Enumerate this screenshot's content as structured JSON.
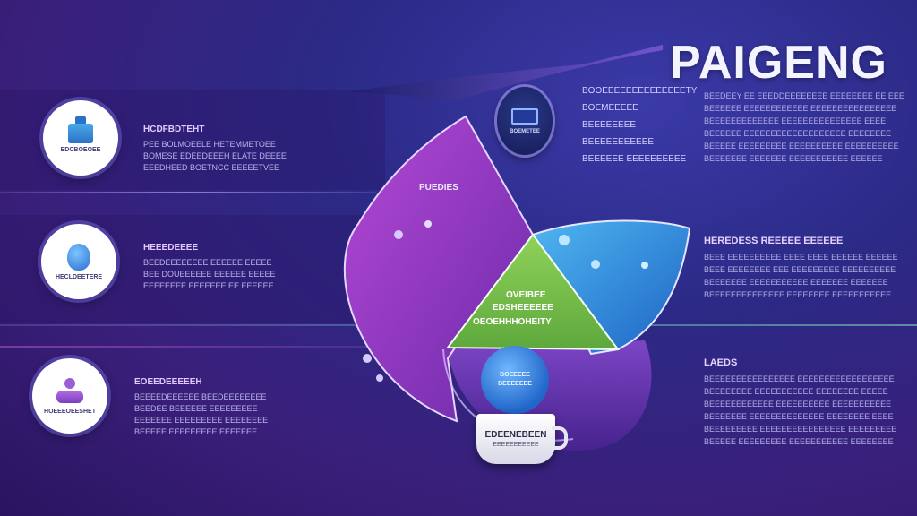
{
  "header": {
    "title": "PAIGENG"
  },
  "left_items": [
    {
      "circle_label": "EDCBOEOEE",
      "heading": "HCDFBDTEHT",
      "lines": [
        "PEE BOLMOEELE HETEMMETOEE",
        "BOMESE EDEEDEEEH ELATE DEEEE",
        "EEEDHEED BOETNCC EEEEETVEE"
      ]
    },
    {
      "circle_label": "HECLDEETERE",
      "heading": "HEEEDEEEE",
      "lines": [
        "BEEDEEEEEEEE EEEEEE EEEEE",
        "BEE DOUEEEEEE EEEEEE EEEEE",
        "EEEEEEEE EEEEEEE EE EEEEEE"
      ]
    },
    {
      "circle_label": "HOEEEOEESHET",
      "heading": "EOEEDEEEEEH",
      "lines": [
        "BEEEEDEEEEEE BEEDEEEEEEEE",
        "BEEDEE BEEEEEE EEEEEEEEE",
        "EEEEEEE EEEEEEEEE EEEEEEEE",
        "BEEEEE EEEEEEEEE EEEEEEE"
      ]
    }
  ],
  "tag_label": "BOEMETEE",
  "annotations": [
    "BOOEEEEEEEEEEEEEETY",
    "BOEMEEEEE",
    "BEEEEEEEE",
    "BEEEEEEEEEEE",
    "BEEEEEE EEEEEEEEEE"
  ],
  "right_blocks": [
    {
      "heading": "",
      "lines": [
        "BEEDEEY EE EEEDDEEEEEEEE EEEEEEEE EE EEE",
        "BEEEEEE EEEEEEEEEEEE EEEEEEEEEEEEEEEE",
        "BEEEEEEEEEEEEE EEEEEEEEEEEEEEE EEEE",
        "BEEEEEE EEEEEEEEEEEEEEEEEEE EEEEEEEE",
        "BEEEEE EEEEEEEEE EEEEEEEEEE EEEEEEEEEE",
        "BEEEEEEE EEEEEEE EEEEEEEEEEE EEEEEE"
      ]
    },
    {
      "heading": "HEREDESS REEEEE EEEEEE",
      "lines": [
        "BEEE EEEEEEEEEE EEEE EEEE EEEEEE EEEEEE",
        "BEEE EEEEEEEE EEE EEEEEEEEE EEEEEEEEEE",
        "BEEEEEEE EEEEEEEEEEE EEEEEEE EEEEEEE",
        "BEEEEEEEEEEEEEE EEEEEEEE EEEEEEEEEEE"
      ]
    },
    {
      "heading": "LAEDS",
      "lines": [
        "BEEEEEEEEEEEEEEEE EEEEEEEEEEEEEEEEEE",
        "BEEEEEEEE EEEEEEEEEEE EEEEEEEE EEEEE",
        "BEEEEEEEEEEEE EEEEEEEEEE EEEEEEEEEEE",
        "BEEEEEEE EEEEEEEEEEEEEE EEEEEEEE EEEE",
        "BEEEEEEEEE EEEEEEEEEEEEEEEE EEEEEEEEE",
        "BEEEEE EEEEEEEEE EEEEEEEEEEE EEEEEEEE"
      ]
    }
  ],
  "segments": {
    "purple_label": "PUEDIES",
    "green_lines": [
      "OVEIBEE",
      "EDSHEEEEEE",
      "OEOEHHHOHEITY"
    ],
    "drop_lines": [
      "BOEEEEE",
      "BEEEEEEE"
    ],
    "cup_line1": "EDEENEBEEN",
    "cup_line2": "EEEEEEEEEEE"
  },
  "colors": {
    "accent_purple": "#9b3fc4",
    "accent_blue": "#2f8be0",
    "accent_green": "#7cc24a",
    "title": "#f4f4ff"
  }
}
